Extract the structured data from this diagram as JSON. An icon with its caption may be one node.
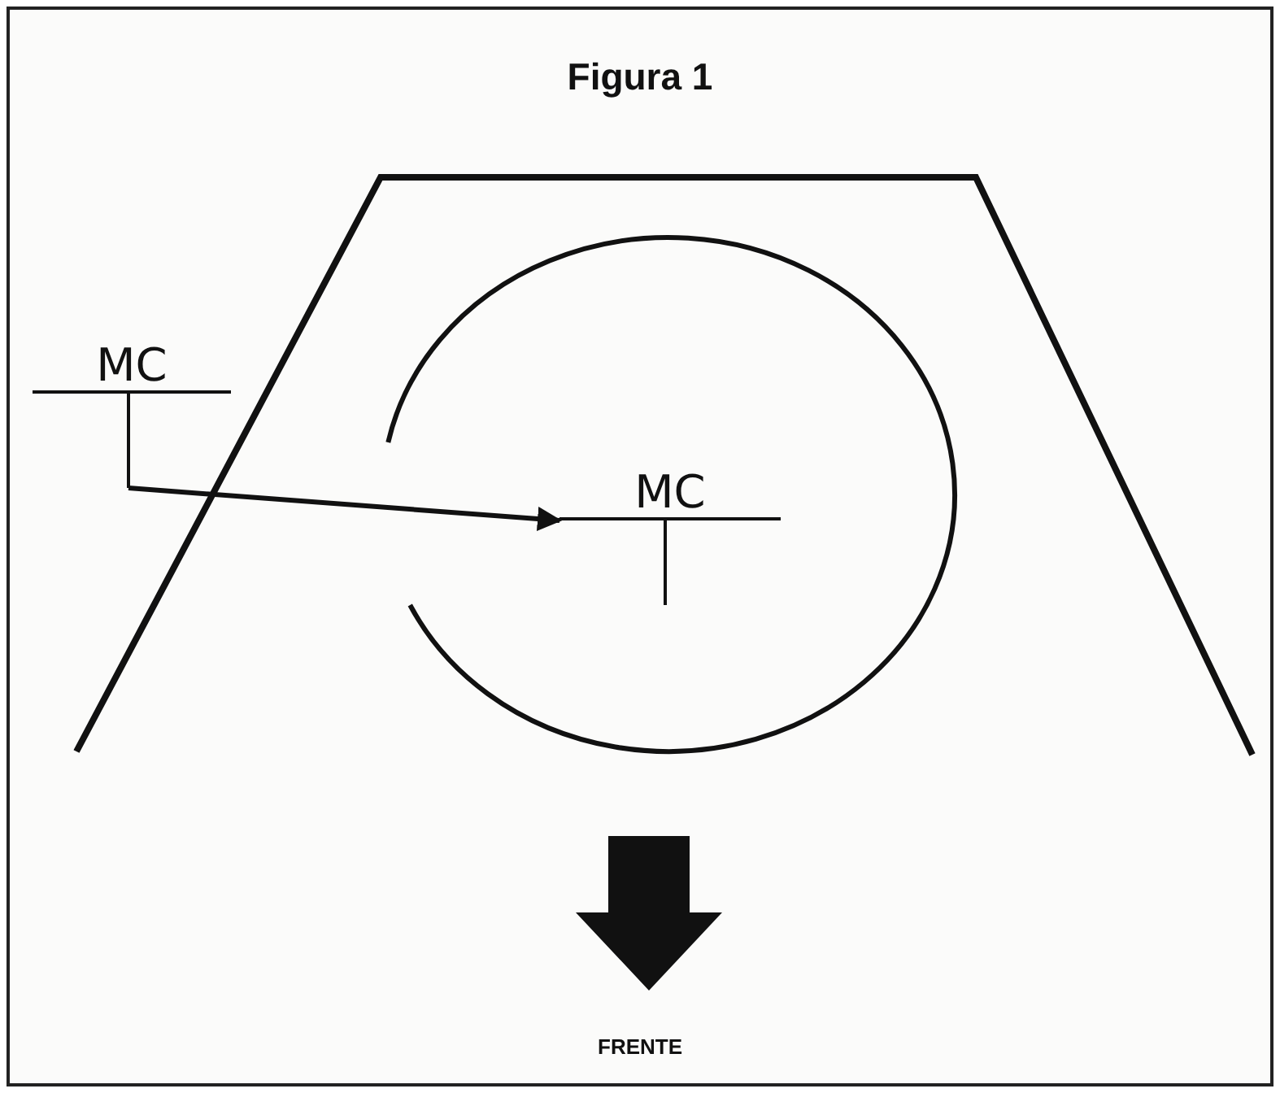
{
  "diagram": {
    "title": "Figura 1",
    "nodes": [
      {
        "text": [
          "MC"
        ]
      },
      {
        "text": [
          "MC"
        ]
      }
    ],
    "edges": [
      {
        "from": 0,
        "to": 1,
        "arrow": "to"
      }
    ],
    "labels": [
      "FRENTE"
    ]
  }
}
